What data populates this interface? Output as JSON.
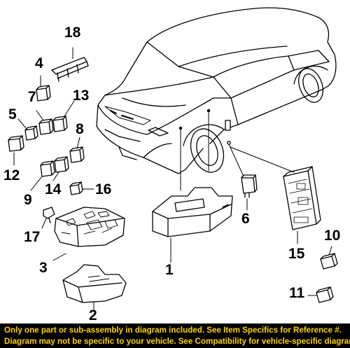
{
  "diagram": {
    "callouts": {
      "c1": "1",
      "c2": "2",
      "c3": "3",
      "c4": "4",
      "c5": "5",
      "c6": "6",
      "c7": "7",
      "c8": "8",
      "c9": "9",
      "c10": "10",
      "c11": "11",
      "c12": "12",
      "c13": "13",
      "c14": "14",
      "c15": "15",
      "c16": "16",
      "c17": "17",
      "c18": "18"
    }
  },
  "footer": {
    "line1": "Only one part or sub-assembly in diagram included. See Item Specifics for Reference #.",
    "line2": "Diagram may not be specific to your vehicle. See Compatibility for vehicle-specific diagrams."
  },
  "colors": {
    "footer_bg": "#000000",
    "footer_text": "#ffd400",
    "ink": "#000000"
  }
}
